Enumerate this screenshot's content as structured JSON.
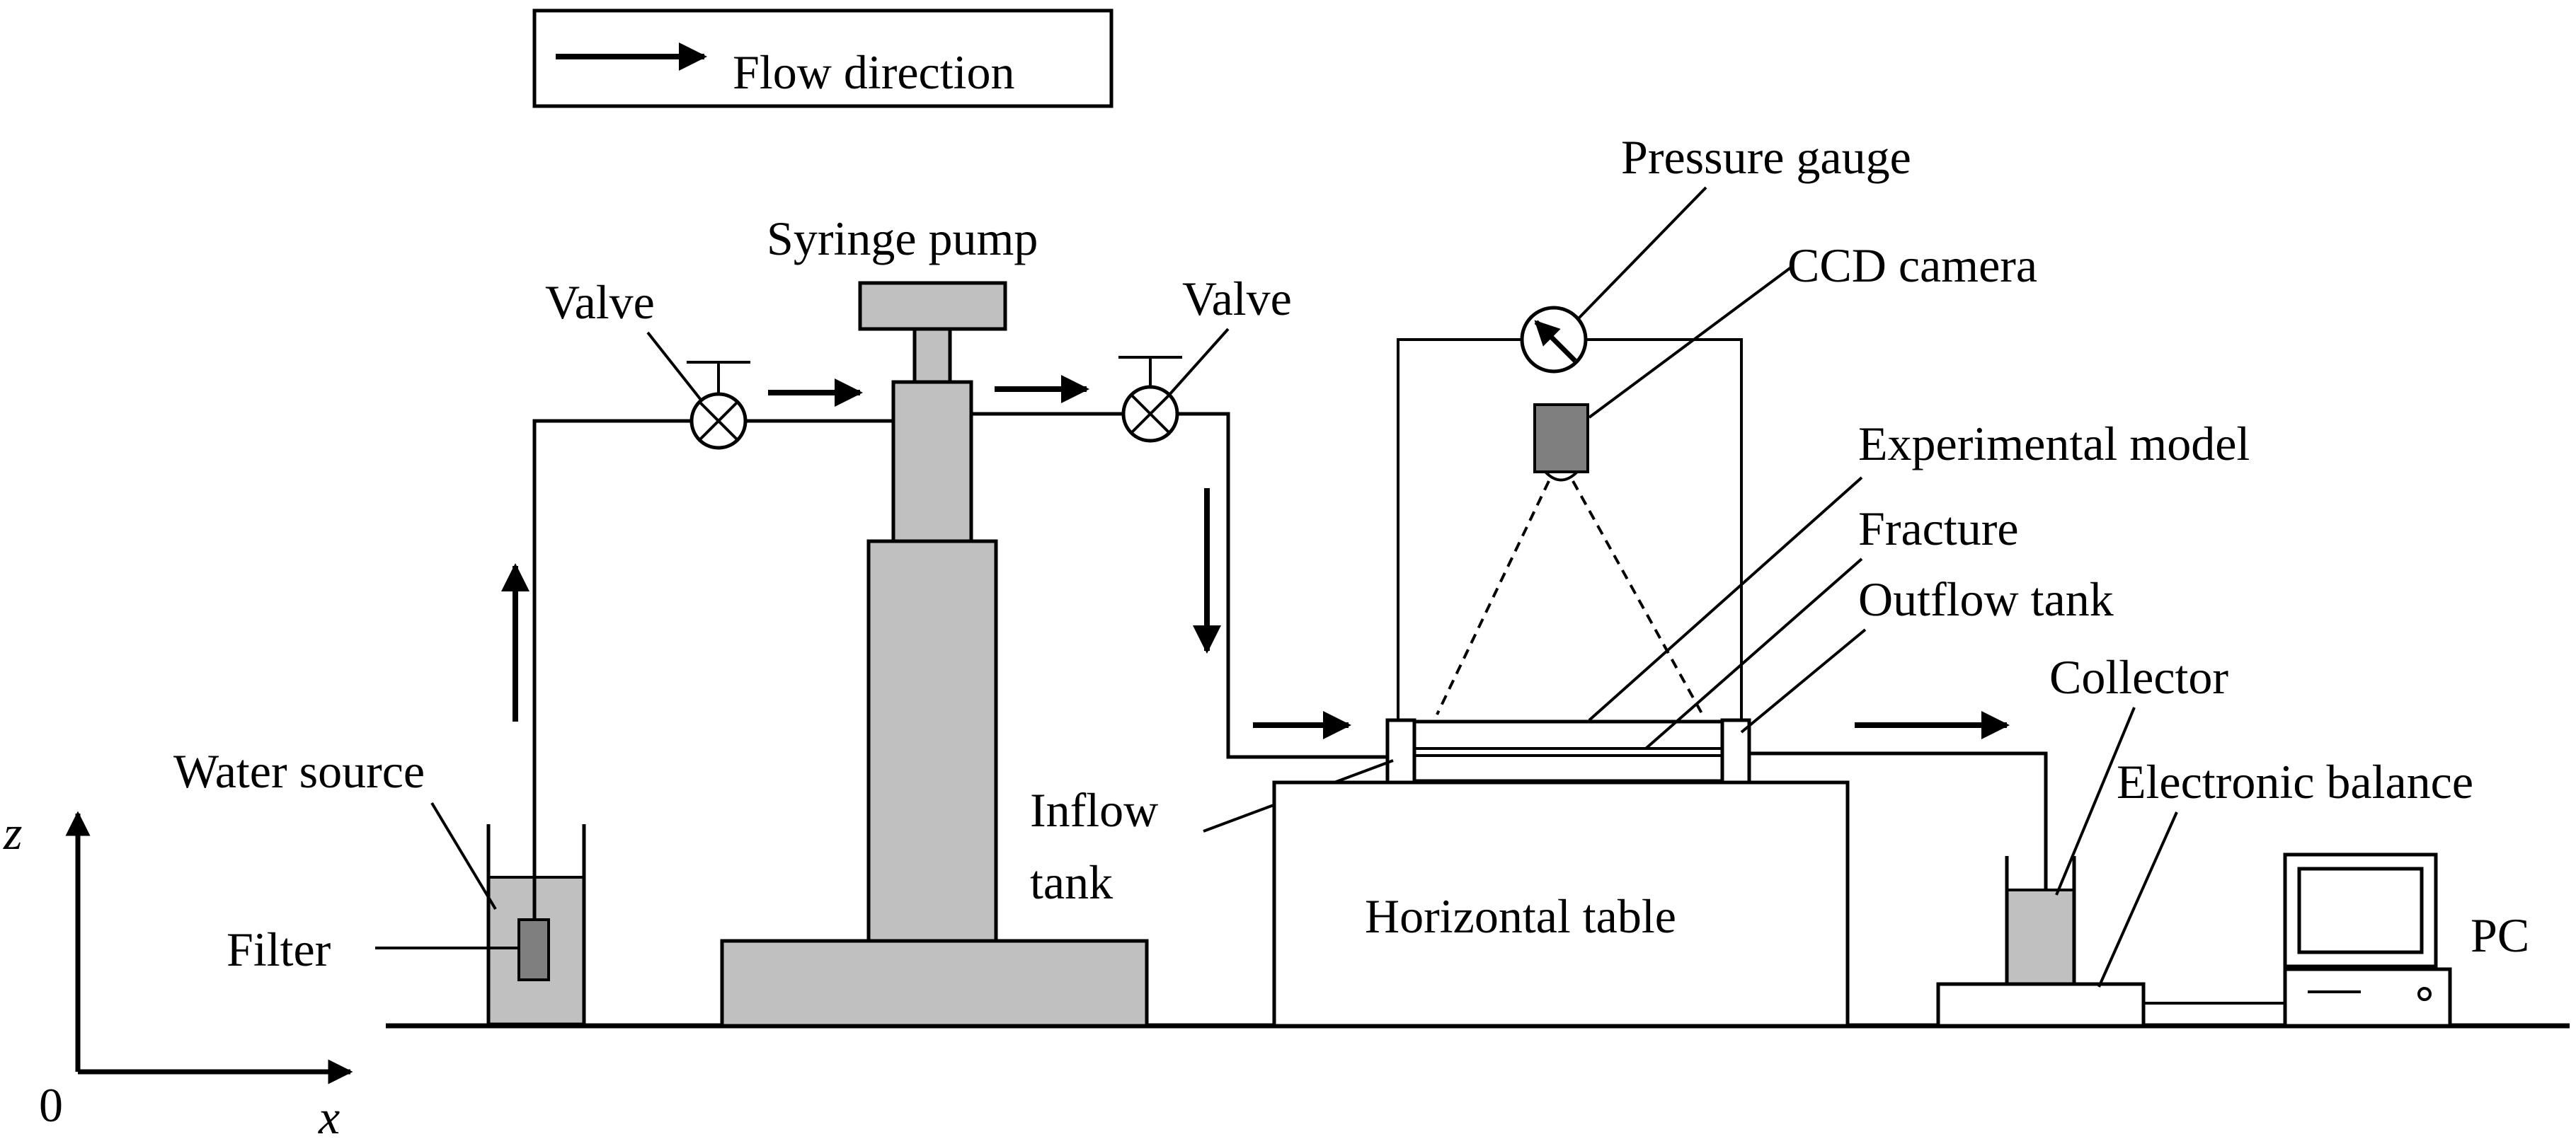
{
  "legend": {
    "text": "Flow direction"
  },
  "labels": {
    "syringe_pump": "Syringe pump",
    "valve_left": "Valve",
    "valve_right": "Valve",
    "pressure_gauge": "Pressure gauge",
    "ccd_camera": "CCD camera",
    "experimental_model": "Experimental model",
    "fracture": "Fracture",
    "outflow_tank": "Outflow tank",
    "collector": "Collector",
    "electronic_balance": "Electronic balance",
    "water_source": "Water source",
    "filter": "Filter",
    "inflow_tank_1": "Inflow",
    "inflow_tank_2": "tank",
    "horizontal_table": "Horizontal table",
    "pc": "PC"
  },
  "axes": {
    "z": "z",
    "x": "x",
    "origin": "0"
  },
  "colors": {
    "component_fill": "#c0c0c0",
    "dark_fill": "#7f7f7f",
    "line": "#000000"
  }
}
